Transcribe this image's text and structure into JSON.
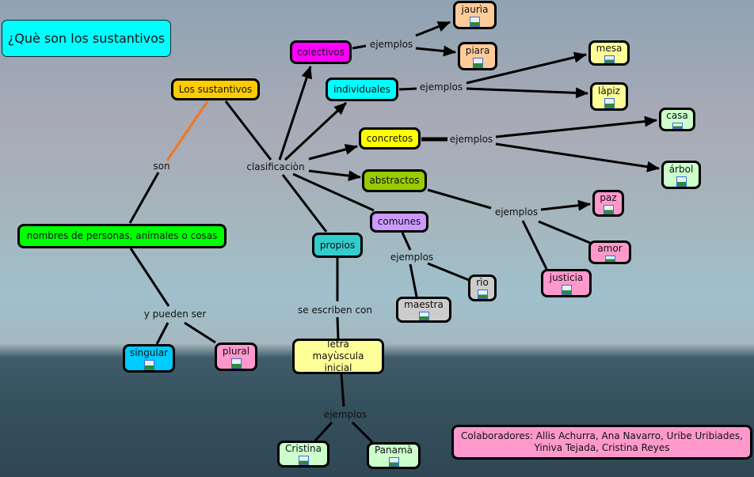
{
  "title": "¿Què son los sustantivos",
  "concepts": {
    "sustantivos": "Los sustantivos",
    "colectivos": "colectivos",
    "individuales": "individuales",
    "concretos": "concretos",
    "abstractos": "abstractos",
    "comunes": "comunes",
    "propios": "propios",
    "nombres": "nombres de personas, animales o cosas",
    "jauria": "jaurìa",
    "piara": "piara",
    "mesa": "mesa",
    "lapiz": "làpiz",
    "casa": "casa",
    "arbol": "árbol",
    "paz": "paz",
    "amor": "amor",
    "justicia": "justicia",
    "rio": "rìo",
    "maestra": "maestra",
    "singular": "singular",
    "plural": "plural",
    "letra": "letra mayùscula inicial",
    "cristina": "Cristina",
    "panama": "Panamà"
  },
  "links": {
    "son": "son",
    "clasificacion": "clasificaciòn",
    "ej_colectivos": "ejemplos",
    "ej_individuales": "ejemplos",
    "ej_concretos": "ejemplos",
    "ej_abstractos": "ejemplos",
    "ej_comunes": "ejemplos",
    "pueden_ser": "y pueden ser",
    "se_escriben": "se escriben con",
    "ej_letra": "ejemplos"
  },
  "credits": "Colaboradores: Allis Achurra, Ana Navarro, Uribe Uribiades, Yiniva Tejada, Cristina Reyes",
  "icons": {
    "image": "image-icon"
  }
}
